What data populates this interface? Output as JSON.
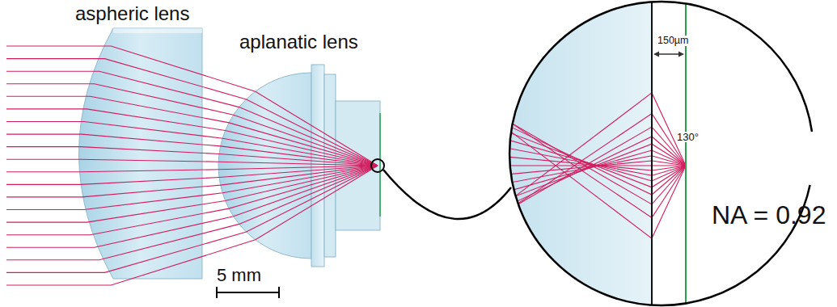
{
  "diagram": {
    "labels": [
      "aspheric lens",
      "aplanatic lens",
      "5 mm",
      "150µm",
      "130°",
      "NA = 0.92"
    ]
  }
}
